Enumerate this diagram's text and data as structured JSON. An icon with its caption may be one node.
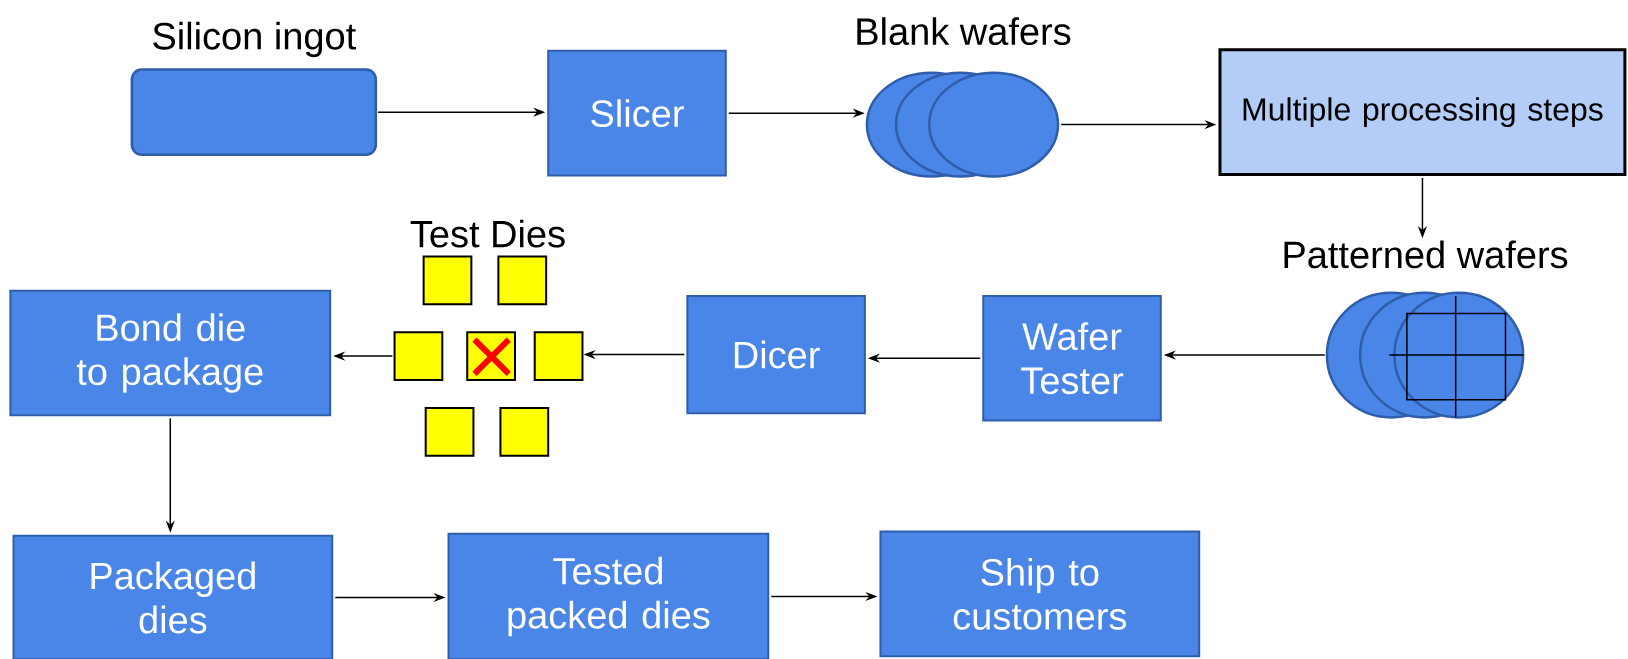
{
  "diagram": {
    "nodes": [
      {
        "text": [
          "Silicon ingot"
        ]
      },
      {
        "text": [
          "Slicer"
        ]
      },
      {
        "text": [
          "Blank wafers"
        ]
      },
      {
        "text": [
          "Multiple processing steps"
        ]
      },
      {
        "text": [
          "Patterned wafers"
        ]
      },
      {
        "text": [
          "Wafer Tester"
        ]
      },
      {
        "text": [
          "Dicer"
        ]
      },
      {
        "text": [
          "Test Dies"
        ]
      },
      {
        "text": [
          "Bond die to package"
        ]
      },
      {
        "text": [
          "Packaged dies"
        ]
      },
      {
        "text": [
          "Tested packed dies"
        ]
      },
      {
        "text": [
          "Ship to customers"
        ]
      }
    ],
    "edges": [
      {
        "from": 0,
        "to": 1,
        "arrow": "to"
      },
      {
        "from": 1,
        "to": 2,
        "arrow": "to"
      },
      {
        "from": 2,
        "to": 3,
        "arrow": "to"
      },
      {
        "from": 3,
        "to": 4,
        "arrow": "to"
      },
      {
        "from": 4,
        "to": 5,
        "arrow": "to"
      },
      {
        "from": 5,
        "to": 6,
        "arrow": "to"
      },
      {
        "from": 6,
        "to": 7,
        "arrow": "to"
      },
      {
        "from": 7,
        "to": 8,
        "arrow": "to"
      },
      {
        "from": 8,
        "to": 9,
        "arrow": "to"
      },
      {
        "from": 9,
        "to": 10,
        "arrow": "to"
      },
      {
        "from": 10,
        "to": 11,
        "arrow": "to"
      }
    ]
  }
}
